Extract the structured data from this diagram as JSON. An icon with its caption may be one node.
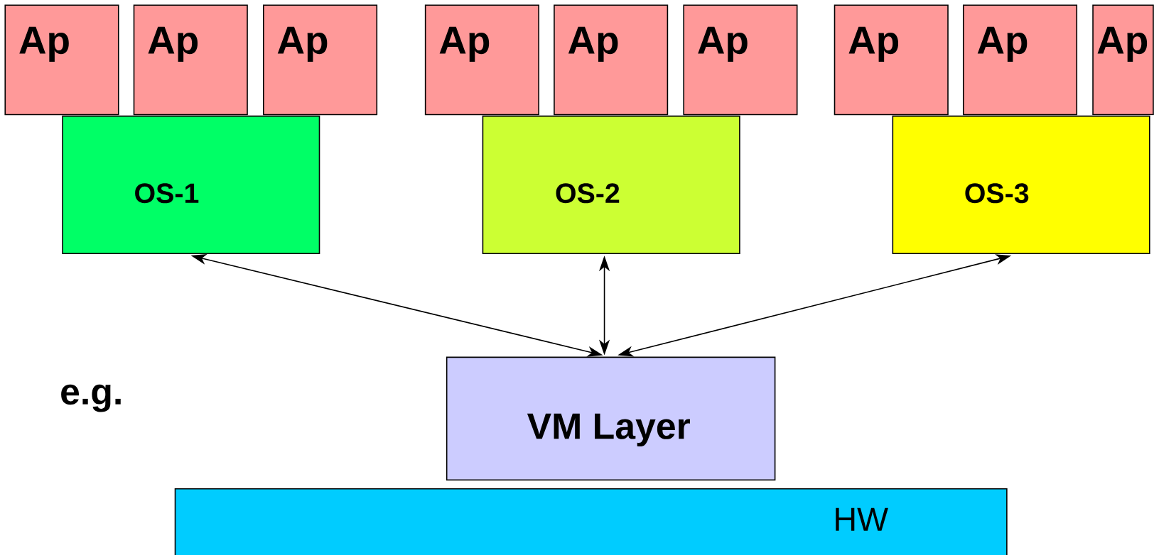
{
  "diagram": {
    "nodes": [
      {
        "text": [
          "Ap"
        ]
      },
      {
        "text": [
          "Ap"
        ]
      },
      {
        "text": [
          "Ap"
        ]
      },
      {
        "text": [
          "Ap"
        ]
      },
      {
        "text": [
          "Ap"
        ]
      },
      {
        "text": [
          "Ap"
        ]
      },
      {
        "text": [
          "Ap"
        ]
      },
      {
        "text": [
          "Ap"
        ]
      },
      {
        "text": [
          "Ap"
        ]
      },
      {
        "text": [
          "OS-1"
        ]
      },
      {
        "text": [
          "OS-2"
        ]
      },
      {
        "text": [
          "OS-3"
        ]
      },
      {
        "text": [
          "VM Layer"
        ]
      },
      {
        "text": [
          "HW"
        ]
      }
    ],
    "edges": [
      {
        "from": 9,
        "to": 12,
        "arrow": "both"
      },
      {
        "from": 10,
        "to": 12,
        "arrow": "both"
      },
      {
        "from": 11,
        "to": 12,
        "arrow": "both"
      }
    ],
    "labels": [
      "e.g."
    ]
  }
}
